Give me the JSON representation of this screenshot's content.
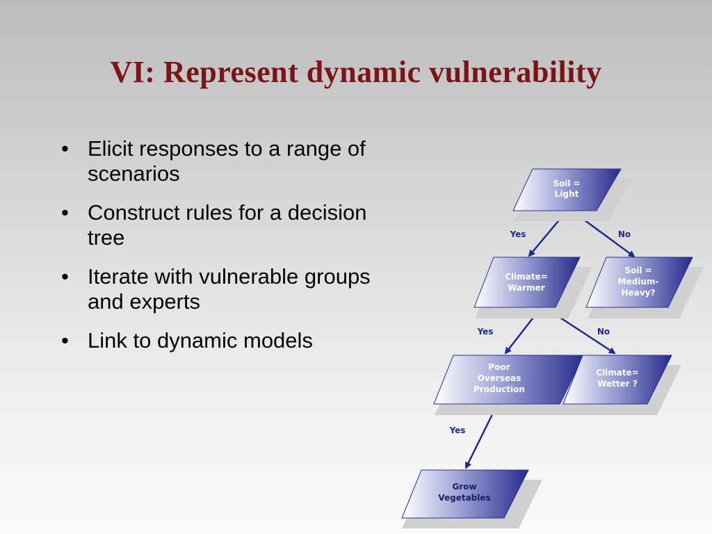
{
  "slide": {
    "title": "VI: Represent dynamic vulnerability",
    "bullets": [
      "Elicit responses to a range of scenarios",
      "Construct rules for a decision tree",
      "Iterate with vulnerable groups and experts",
      "Link to dynamic models"
    ]
  },
  "diagram": {
    "nodes": {
      "soil_light": [
        "Soil =",
        "Light"
      ],
      "climate_warmer": [
        "Climate=",
        "Warmer"
      ],
      "soil_medium_heavy": [
        "Soil =",
        "Medium-",
        "Heavy?"
      ],
      "poor_overseas": [
        "Poor",
        "Overseas",
        "Production"
      ],
      "climate_wetter": [
        "Climate=",
        "Wetter ?"
      ],
      "grow_vegetables": [
        "Grow",
        "Vegetables"
      ]
    },
    "edges": {
      "yes_1": "Yes",
      "no_1": "No",
      "yes_2": "Yes",
      "no_2": "No",
      "yes_3": "Yes"
    },
    "colors": {
      "node_dark": "#2a2f8f",
      "node_light": "#ffffff",
      "shadow": "#d0d0d0",
      "edge": "#1e2a8a"
    }
  }
}
